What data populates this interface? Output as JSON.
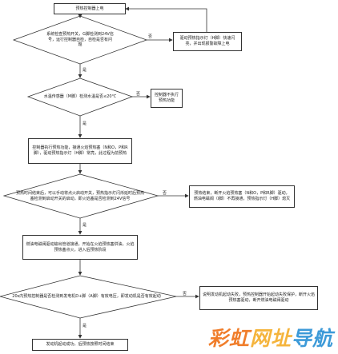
{
  "flow": {
    "start": "预热控制器上电",
    "d1": "系统检查预热开关，G脚检测到24V信号，运行控制器自检，自检是否有问题",
    "d1_yes": "是",
    "d1_no": "否",
    "err1": "驱动预热指示灯（H脚）快速闪亮，并出现报警故障上电",
    "d2": "水温传感器（M脚）检测水温是否≤20℃",
    "d2_yes": "是",
    "d2_no": "否",
    "noop": "控制器不执行预热功能",
    "step1": "控制器执行预热功能，接通火焰预热塞（N和O，P和R脚），驱动预热指示灯（H脚）常亮，此过程为前预热",
    "d3": "预热时间结束后，可以手动将点火启动开关，预热指示灯闪烁延时后预热塞检测到启动开关的启动，即火焰塞是否检测到24V信号",
    "d3_yes": "是",
    "d3_no": "否",
    "end_no": "预热结束，断开火焰预热塞（N和O，P和R脚）驱动，燃油电磁阀（I脚）不再接通，预热指示灯（H脚）熄灭",
    "step2": "燃油电磁阀驱动输出管道接通，开始在火焰预热塞供油，火焰预热塞点火，进入后预热阶段",
    "d4": "20s内预热控制器是否检测到发电机D+脚（A脚）有效电压，即发动机是否有效起动",
    "d4_yes": "是",
    "d4_no": "否",
    "fail": "说明发动机起动失败，预热控制器开始起动失败保护，断开火焰预热塞驱动，断开燃油电磁阀驱动",
    "end_ok": "发动机起动成功，后预热按照时间结束"
  },
  "watermark": {
    "text": "彩虹网址导航",
    "colors": [
      "#f07d2a",
      "#f5b43c",
      "#3d9ad8"
    ]
  },
  "colors": {
    "line": "#333333",
    "box_border": "#333333"
  }
}
